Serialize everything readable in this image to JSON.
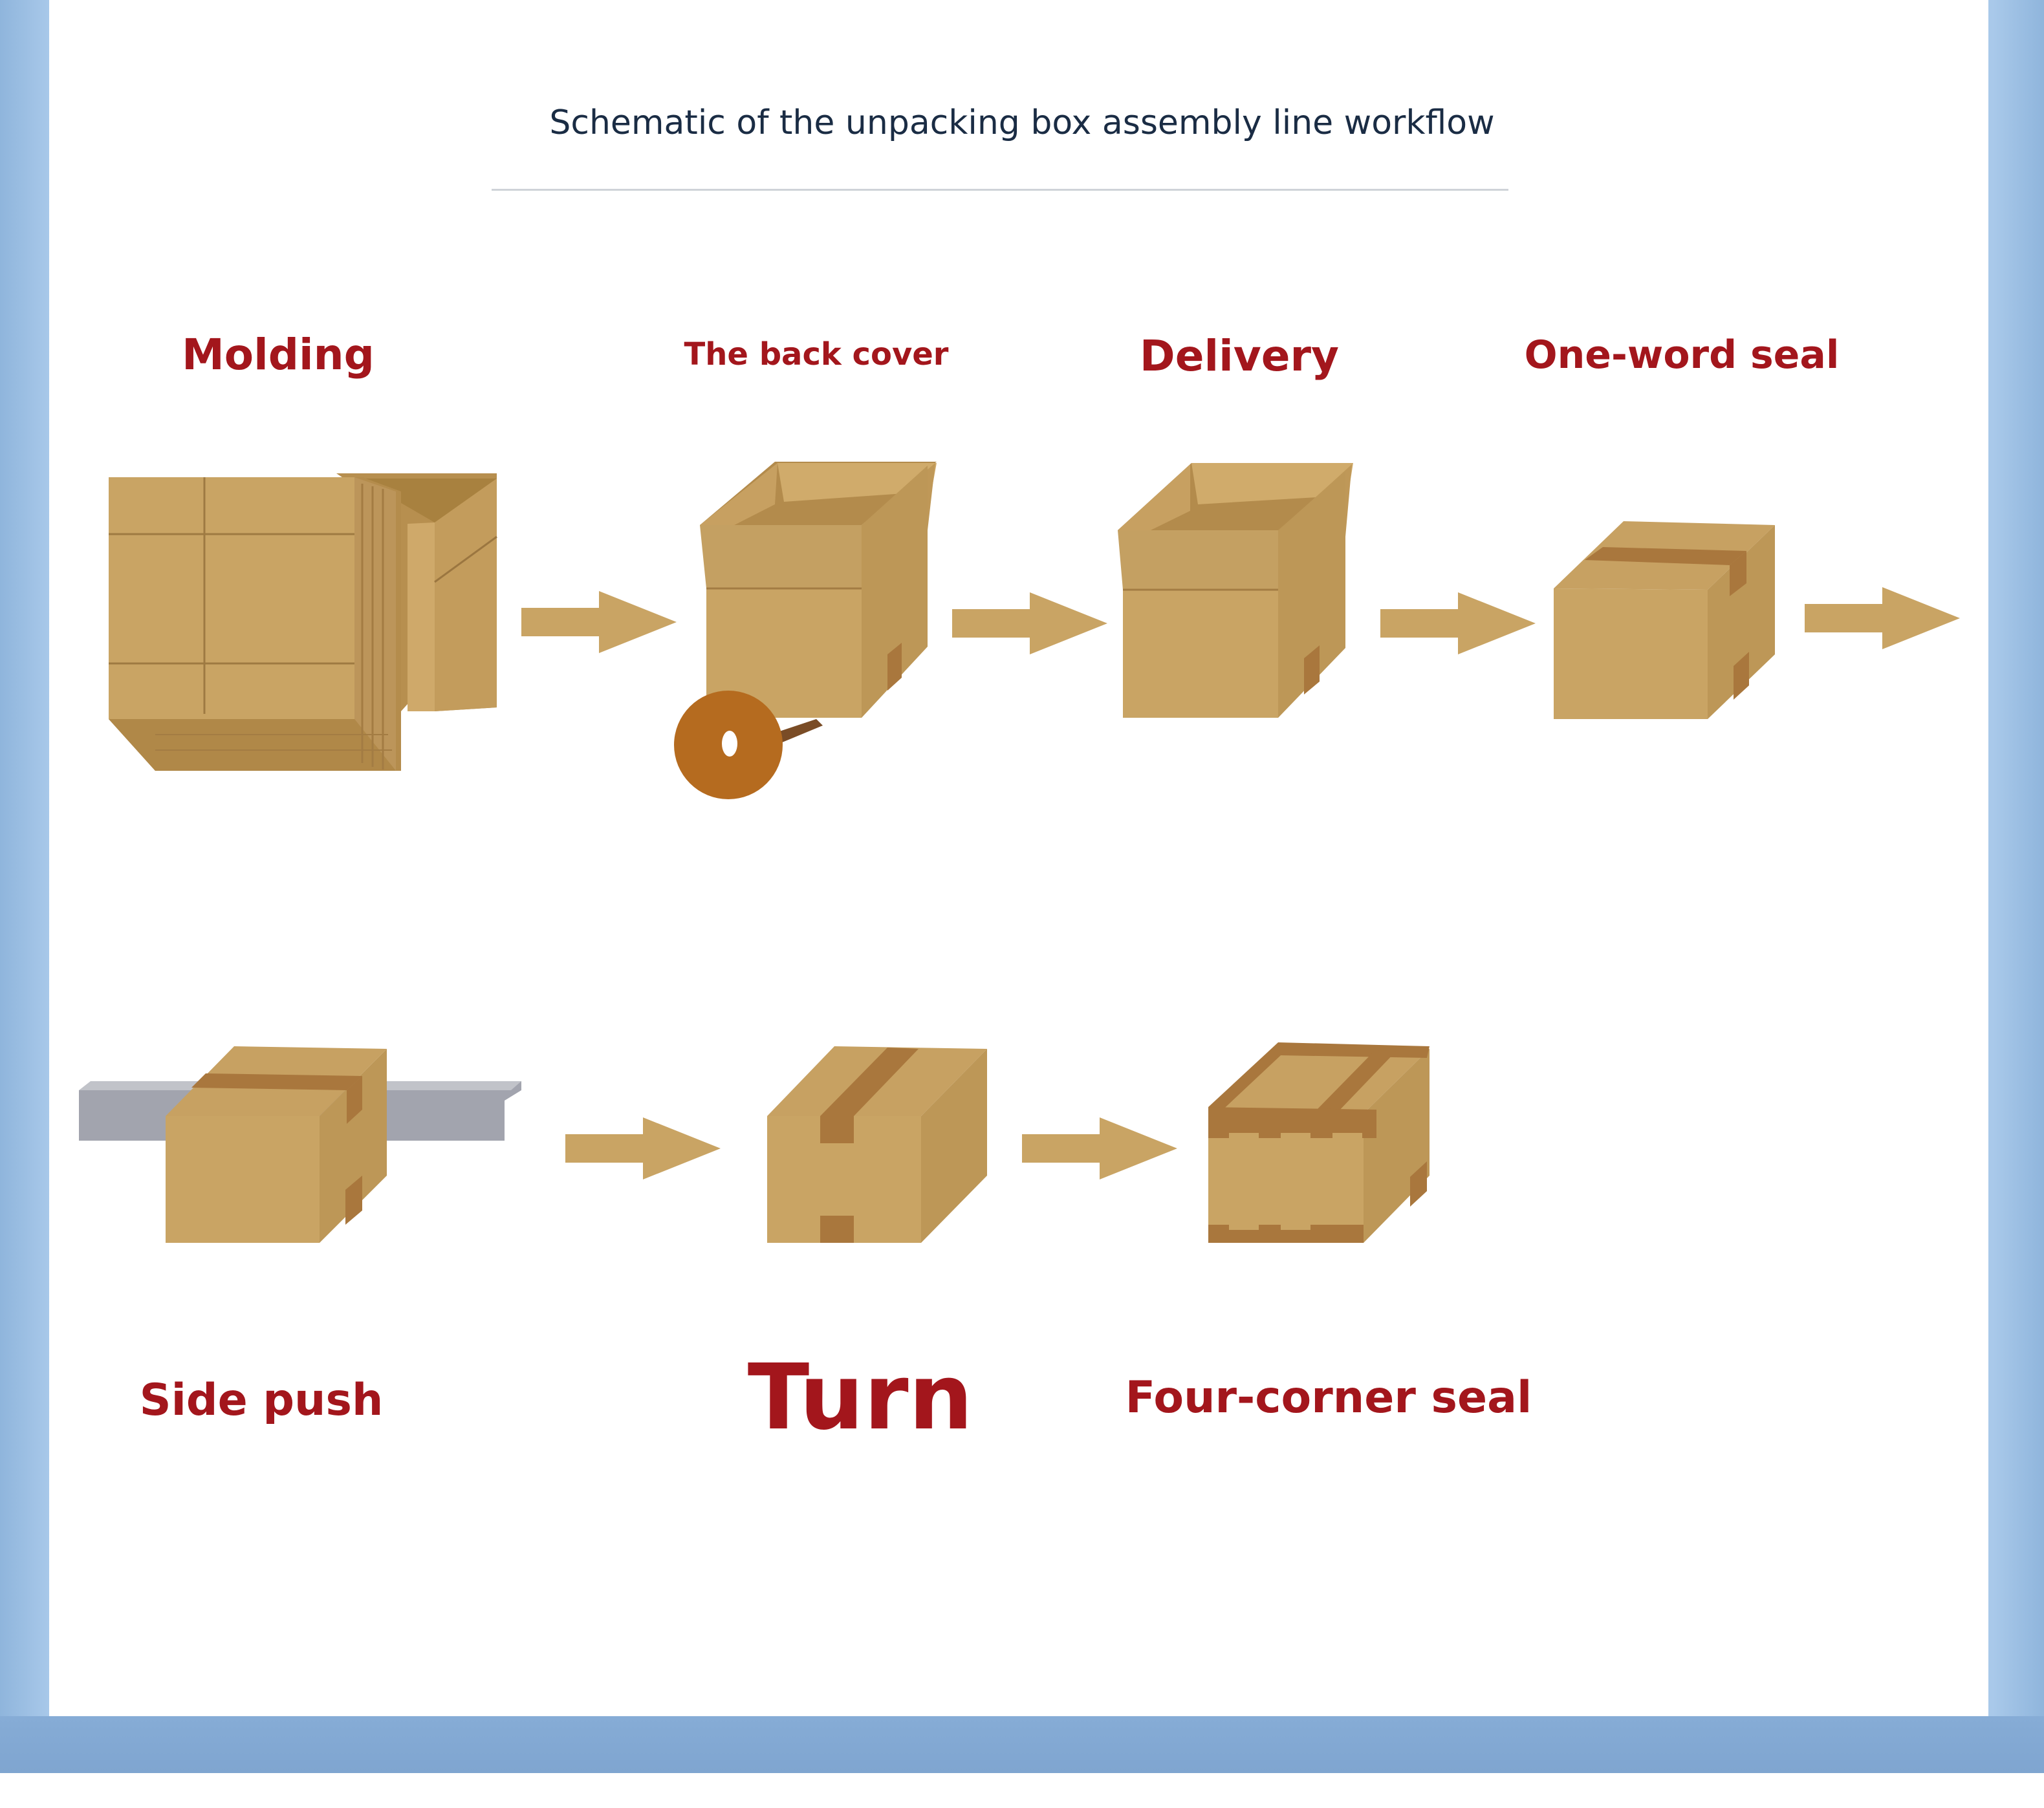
{
  "title": "Schematic of the unpacking box assembly line workflow",
  "steps": [
    {
      "label": "Molding"
    },
    {
      "label": "The back cover"
    },
    {
      "label": "Delivery"
    },
    {
      "label": "One-word seal"
    },
    {
      "label": "Side push"
    },
    {
      "label": "Turn"
    },
    {
      "label": "Four-corner seal"
    }
  ],
  "colors": {
    "label": "#a3161c",
    "title": "#1a2c44",
    "cardboard": "#c9a464",
    "tape": "#a9773d",
    "arrow": "#c9a464",
    "frame": "#8fb5dc"
  }
}
